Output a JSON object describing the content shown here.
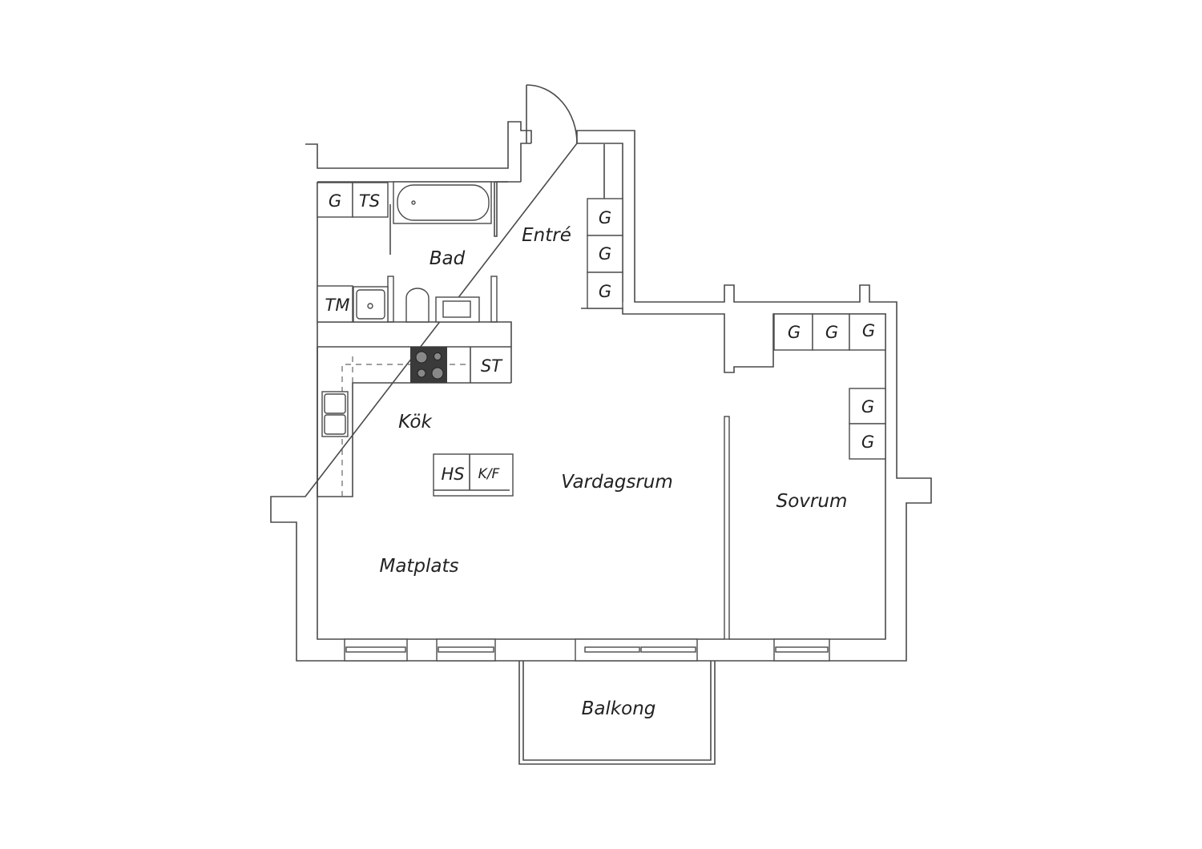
{
  "rooms": {
    "entre": "Entré",
    "bad": "Bad",
    "kok": "Kök",
    "vardagsrum": "Vardagsrum",
    "sovrum": "Sovrum",
    "matplats": "Matplats",
    "balkong": "Balkong"
  },
  "fixtures": {
    "g": "G",
    "ts": "TS",
    "tm": "TM",
    "st": "ST",
    "hs": "HS",
    "kf": "K/F"
  },
  "colors": {
    "line": "#4a4a4a",
    "stove": "#3a3a3a"
  }
}
